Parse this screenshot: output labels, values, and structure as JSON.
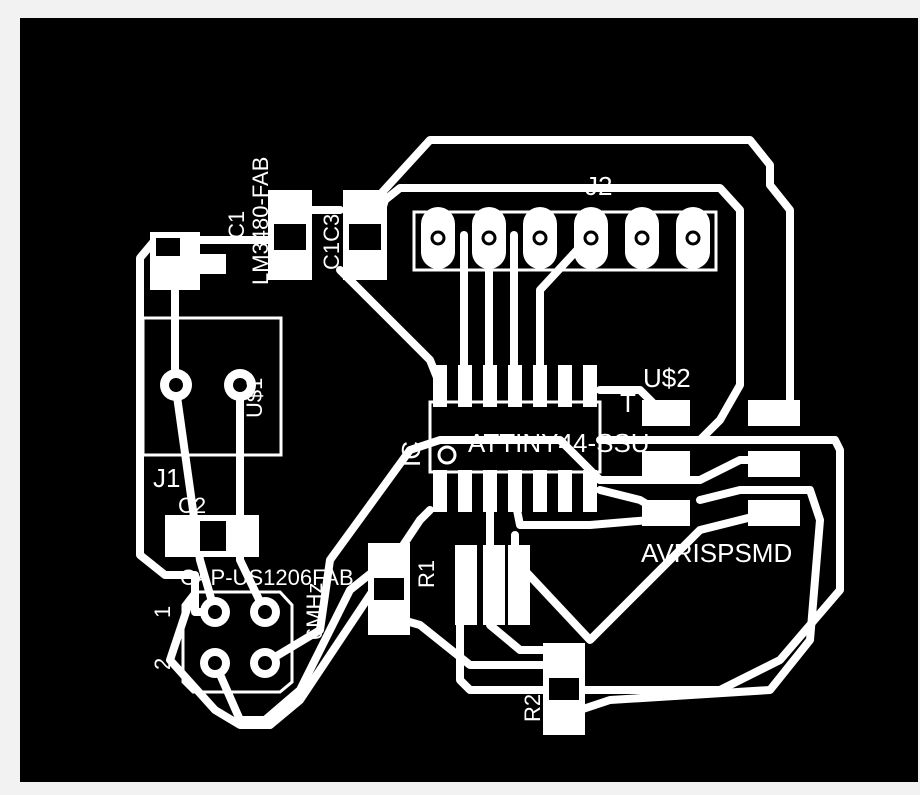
{
  "board": {
    "background": "#000000",
    "copper": "#ffffff",
    "frame_border": "#9a9a9a"
  },
  "labels": {
    "j2": "J2",
    "u2": "U$2",
    "u2_pin": "T",
    "ic_name": "ATTINY44-SSU",
    "ic_ref": "IC",
    "avr": "AVRISPSMD",
    "j1": "J1",
    "c2": "C2",
    "cap": "CAP-US1206FAB",
    "c1c3": "C1C3",
    "r1": "R1",
    "r2": "R2",
    "pin1": "1",
    "pin2": "2",
    "u1": "U$1",
    "res": "6MHz",
    "ic1": "IC1",
    "reg": "LM3480-FAB"
  }
}
